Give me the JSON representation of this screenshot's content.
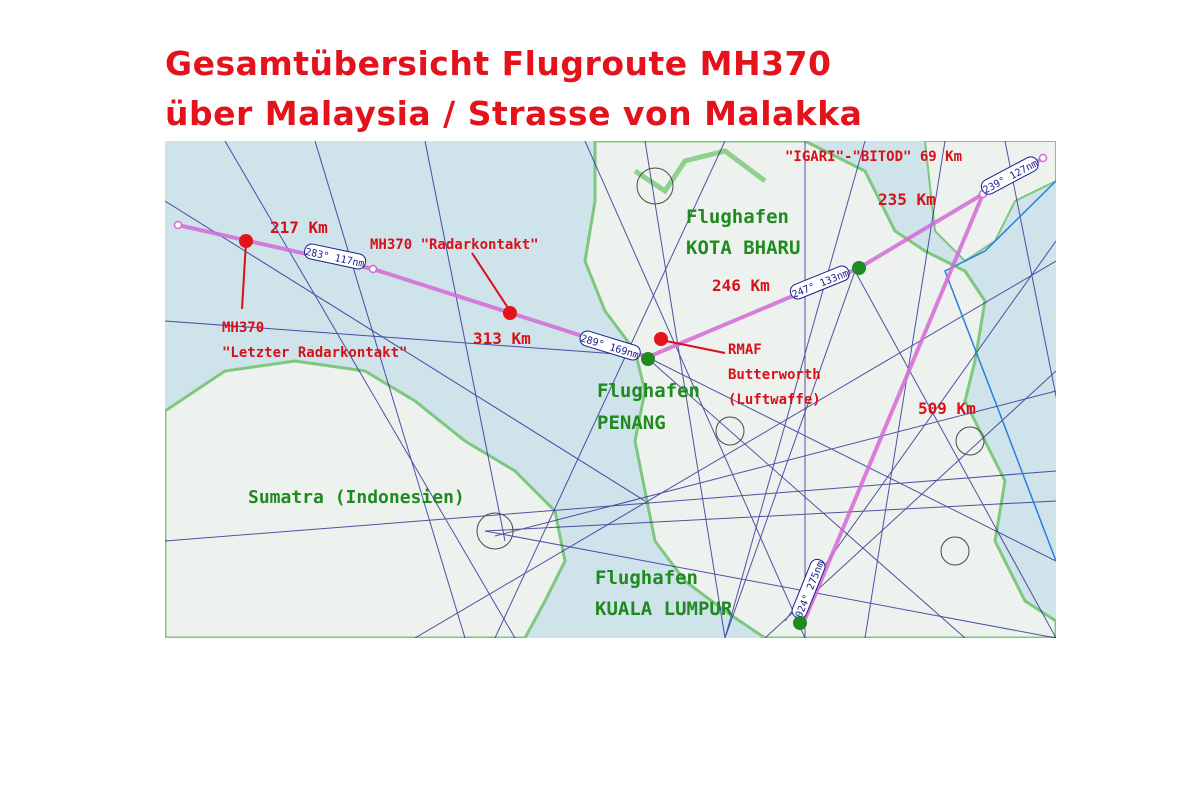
{
  "title": {
    "line1": "Gesamtübersicht Flugroute MH370",
    "line2": "über Malaysia / Strasse von Malakka"
  },
  "map": {
    "colors": {
      "water": "#cfe3ea",
      "land": "#eef2ee",
      "coast": "#7ec77e",
      "route": "#d36ad6",
      "airway": "#1c1c8c",
      "red_label": "#d8101a",
      "green_label": "#1f8a1f"
    },
    "distances": {
      "d217": "217 Km",
      "d313": "313 Km",
      "d246": "246 Km",
      "d235": "235 Km",
      "d509": "509 Km",
      "igari_bitod": "\"IGARI\"-\"BITOD\" 69 Km"
    },
    "segments": {
      "s283": "283° 117nm",
      "s289": "289° 169nm",
      "s247": "247° 133nm",
      "s239": "239° 127nm",
      "s024": "024° 275nm"
    },
    "radar_contact": "MH370 \"Radarkontakt\"",
    "last_contact": {
      "line1": "MH370",
      "line2": "\"Letzter Radarkontakt\""
    },
    "rmaf": {
      "line1": "RMAF",
      "line2": "Butterworth",
      "line3": "(Luftwaffe)"
    },
    "airports": {
      "penang": {
        "line1": "Flughafen",
        "line2": "PENANG"
      },
      "kota_bharu": {
        "line1": "Flughafen",
        "line2": "KOTA BHARU"
      },
      "kuala_lumpur": {
        "line1": "Flughafen",
        "line2": "KUALA LUMPUR"
      }
    },
    "region": "Sumatra (Indonesien)"
  }
}
